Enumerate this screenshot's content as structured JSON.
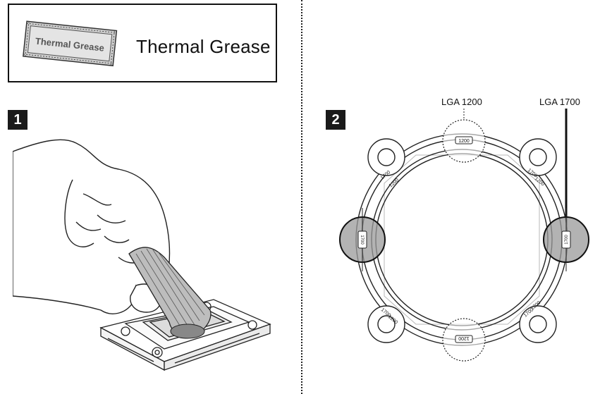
{
  "legend": {
    "tube_label": "Thermal Grease",
    "label": "Thermal Grease"
  },
  "steps": {
    "one": "1",
    "two": "2"
  },
  "callouts": {
    "lga1200": "LGA 1200",
    "lga1700": "LGA 1700"
  },
  "bracket_marks": {
    "top": "1200",
    "bottom": "1200",
    "left": "1700",
    "right": "1700",
    "corner_a": "1700",
    "corner_b": "1200"
  }
}
